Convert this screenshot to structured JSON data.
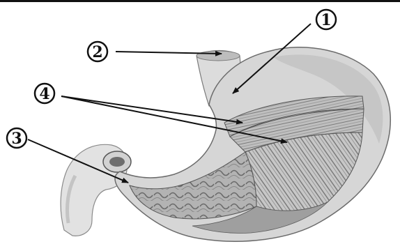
{
  "figure": {
    "colors": {
      "ink": "#111111",
      "stomach_outer": "#d9d9d9",
      "stomach_shade": "#bdbdbd",
      "muscle": "#8c8c8c",
      "mucosa": "#a3a3a3"
    }
  },
  "labels": [
    {
      "id": "1",
      "text": "1"
    },
    {
      "id": "2",
      "text": "2"
    },
    {
      "id": "3",
      "text": "3"
    },
    {
      "id": "4",
      "text": "4"
    }
  ]
}
